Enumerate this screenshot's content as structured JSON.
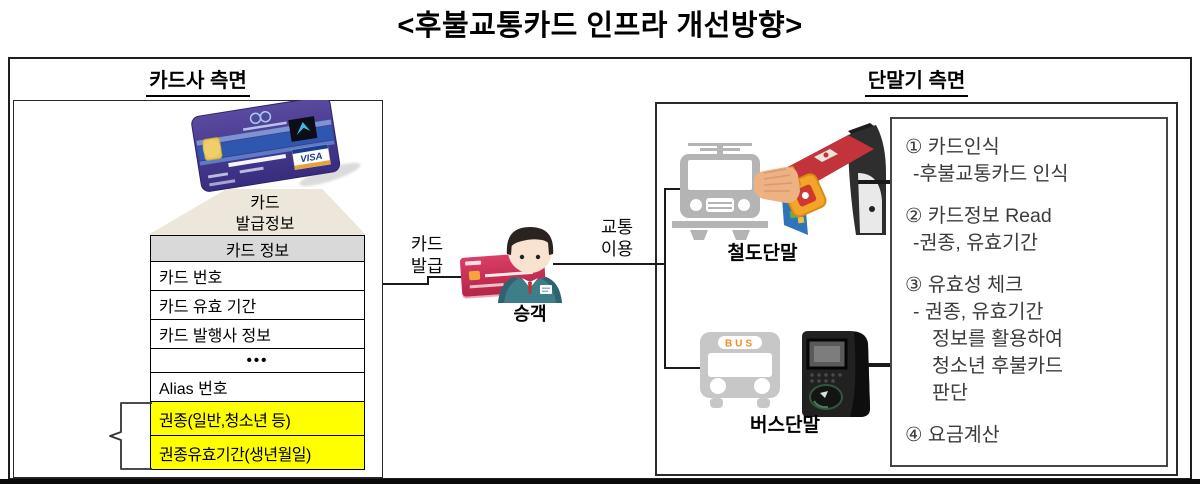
{
  "title": "<후불교통카드 인프라 개선방향>",
  "left": {
    "header": "카드사 측면",
    "card_brand": "VISA",
    "issue_info": {
      "line1": "카드",
      "line2": "발급정보"
    },
    "table_rows": [
      {
        "label": "카드 정보",
        "type": "header"
      },
      {
        "label": "카드 번호",
        "type": "row"
      },
      {
        "label": "카드 유효 기간",
        "type": "row"
      },
      {
        "label": "카드 발행사 정보",
        "type": "row"
      },
      {
        "label": "•••",
        "type": "dots"
      },
      {
        "label": "Alias 번호",
        "type": "row"
      },
      {
        "label": "권종(일반,청소년 등)",
        "type": "highlight"
      },
      {
        "label": "권종유효기간(생년월일)",
        "type": "highlight"
      }
    ]
  },
  "middle": {
    "card_issue": {
      "line1": "카드",
      "line2": "발급"
    },
    "passenger": "승객",
    "transit_use": {
      "line1": "교통",
      "line2": "이용"
    }
  },
  "right": {
    "header": "단말기 측면",
    "rail_label": "철도단말",
    "bus_label": "버스단말",
    "bus_sign": "BUS",
    "steps": [
      {
        "num": "①",
        "title": "카드인식",
        "details": [
          "-후불교통카드 인식"
        ]
      },
      {
        "num": "②",
        "title": "카드정보 Read",
        "details": [
          "-권종, 유효기간"
        ]
      },
      {
        "num": "③",
        "title": "유효성 체크",
        "details": [
          "- 권종, 유효기간",
          "정보를 활용하여",
          "청소년 후불카드",
          "판단"
        ]
      },
      {
        "num": "④",
        "title": "요금계산",
        "details": []
      }
    ]
  },
  "colors": {
    "highlight": "#ffff00",
    "table_header_bg": "#d9d9d9",
    "line": "#1a1a1a"
  }
}
